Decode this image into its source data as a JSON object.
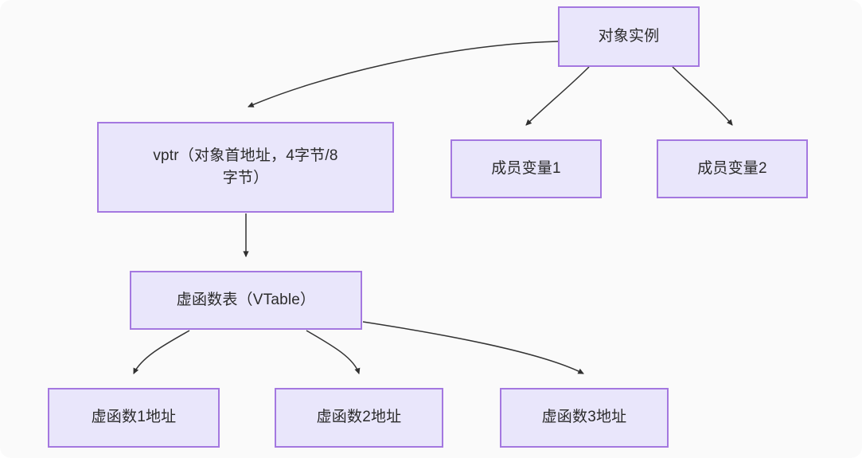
{
  "diagram": {
    "title_present": false,
    "background_color": "#fafafa",
    "node_fill_color": "#e9e6fb",
    "node_border_color": "#a478e0",
    "edge_color": "#333333",
    "nodes": [
      {
        "id": "object-instance",
        "label": "对象实例"
      },
      {
        "id": "vptr",
        "label": "vptr（对象首地址，4字节/8\n字节）"
      },
      {
        "id": "member-var-1",
        "label": "成员变量1"
      },
      {
        "id": "member-var-2",
        "label": "成员变量2"
      },
      {
        "id": "vtable",
        "label": "虚函数表（VTable）"
      },
      {
        "id": "vfunc-1",
        "label": "虚函数1地址"
      },
      {
        "id": "vfunc-2",
        "label": "虚函数2地址"
      },
      {
        "id": "vfunc-3",
        "label": "虚函数3地址"
      }
    ],
    "edges": [
      {
        "from": "object-instance",
        "to": "vptr"
      },
      {
        "from": "object-instance",
        "to": "member-var-1"
      },
      {
        "from": "object-instance",
        "to": "member-var-2"
      },
      {
        "from": "vptr",
        "to": "vtable"
      },
      {
        "from": "vtable",
        "to": "vfunc-1"
      },
      {
        "from": "vtable",
        "to": "vfunc-2"
      },
      {
        "from": "vtable",
        "to": "vfunc-3"
      }
    ]
  }
}
